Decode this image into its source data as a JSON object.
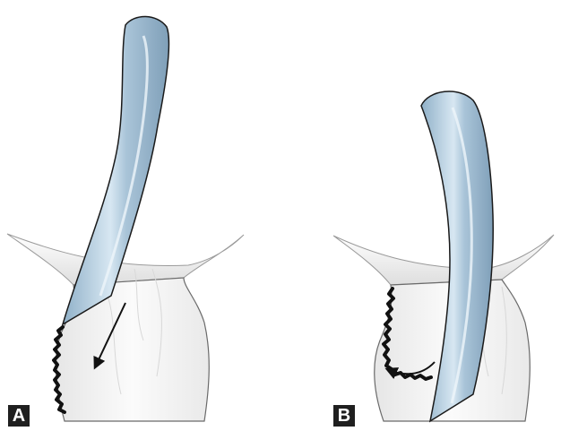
{
  "panels": [
    {
      "id": "A",
      "label": "A"
    },
    {
      "id": "B",
      "label": "B"
    }
  ],
  "colors": {
    "instrument_fill": "#a9c4d8",
    "instrument_highlight": "#e9f2f8",
    "instrument_outline": "#1a1a1a",
    "tissue_fill": "#f4f4f4",
    "tissue_outline": "#555555",
    "tissue_edge": "#111111",
    "arrow": "#111111",
    "label_bg": "#1f1f1f",
    "label_text": "#ffffff"
  },
  "icons": {
    "instrument": "curette-blade",
    "motion_a": "straight-arrow",
    "motion_b": "curved-arrow"
  }
}
